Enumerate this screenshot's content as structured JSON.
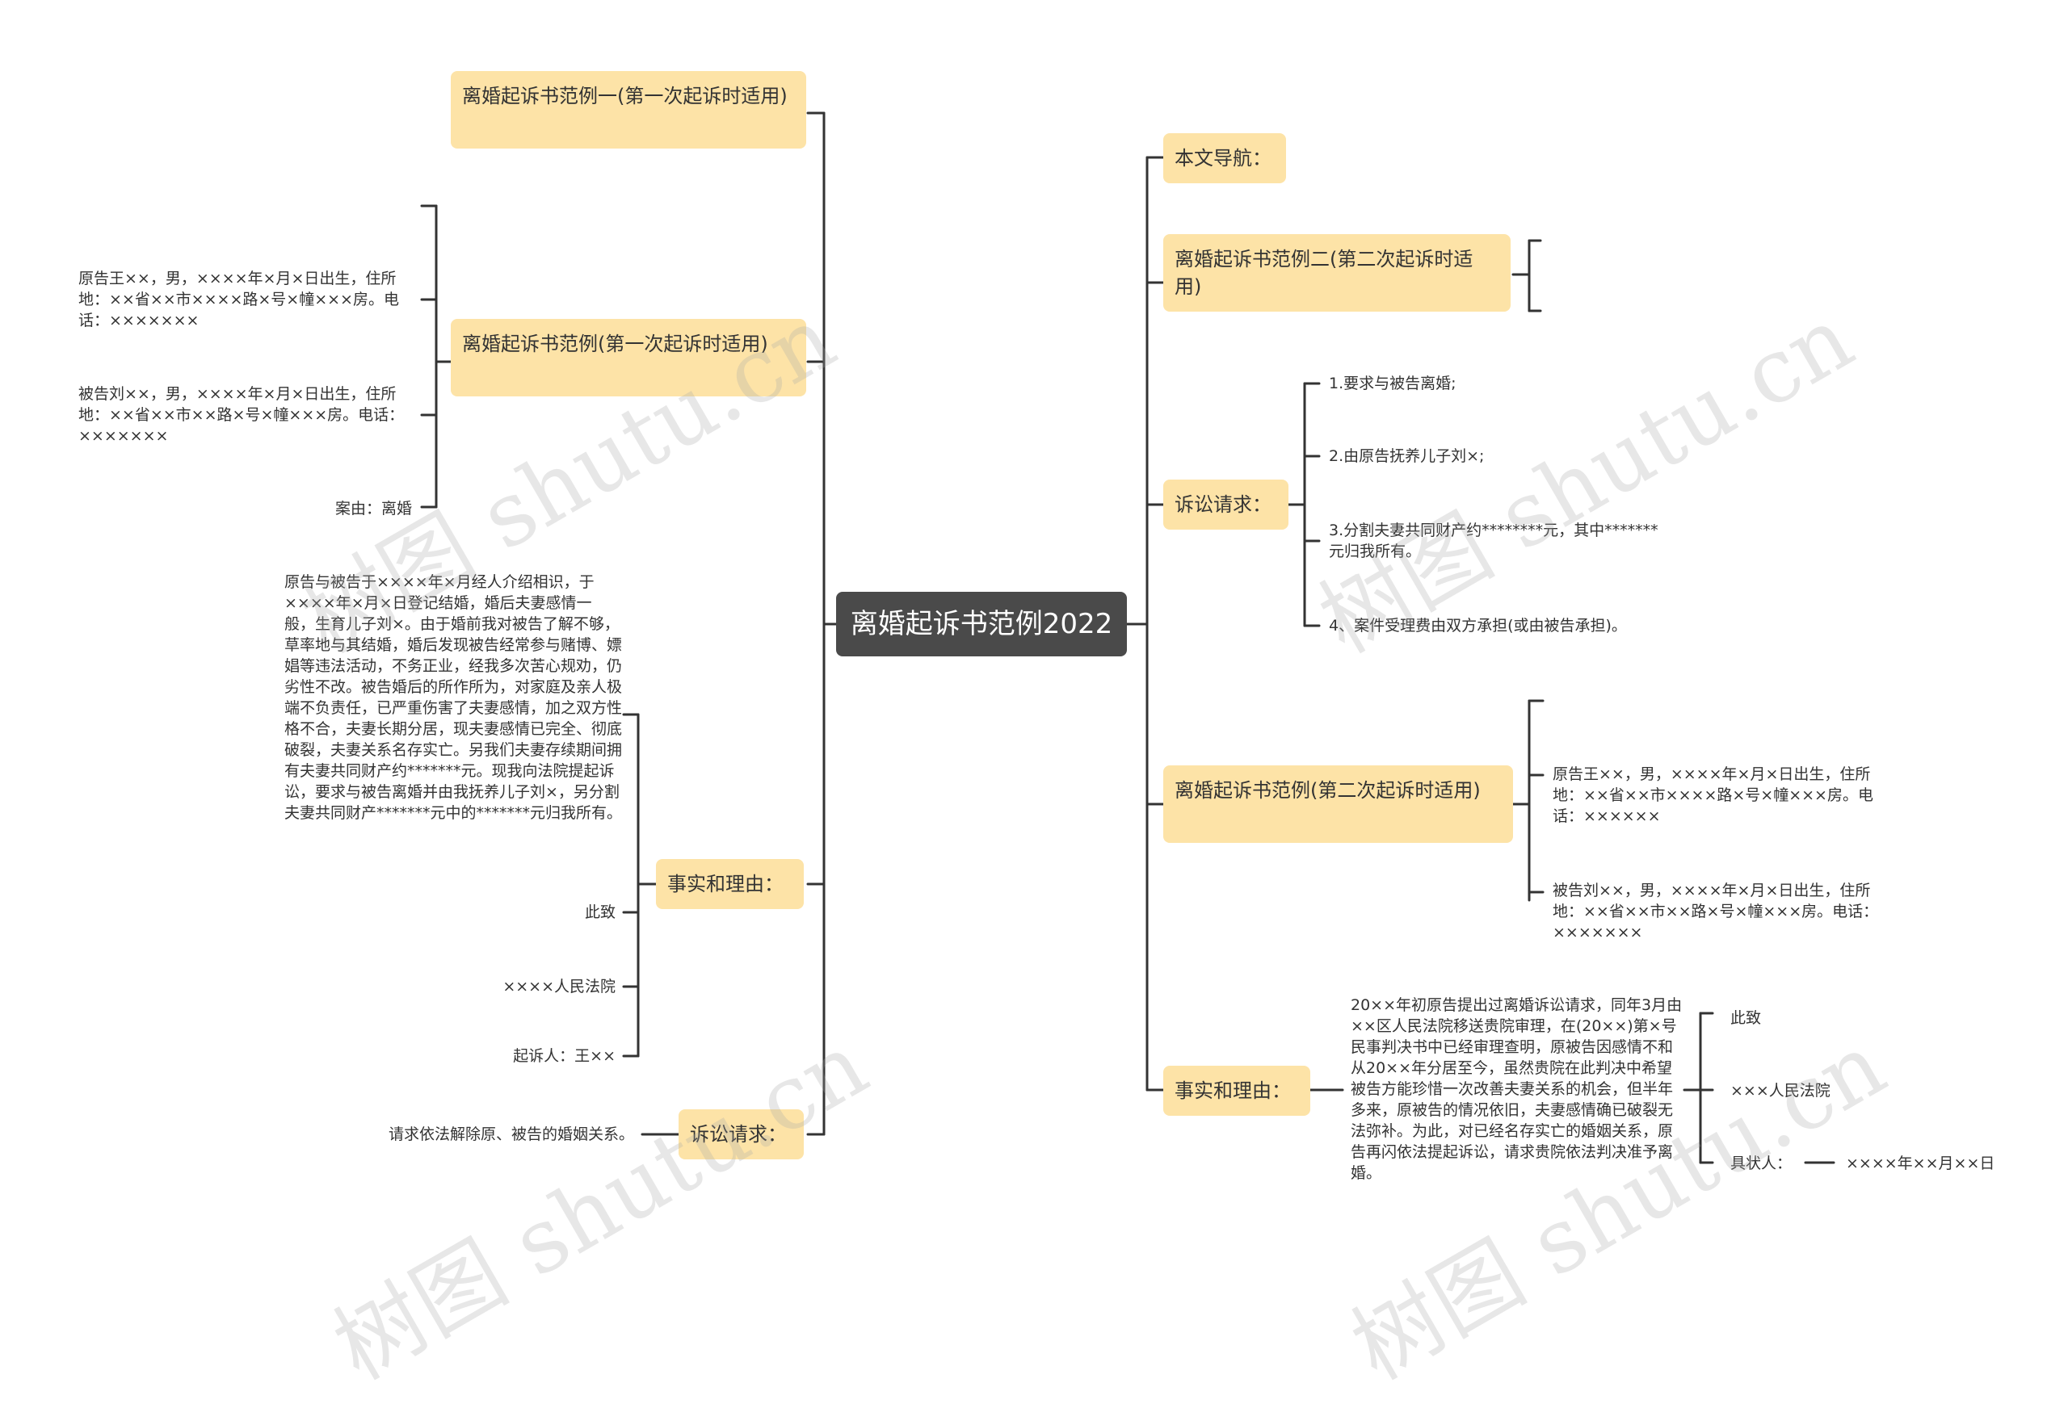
{
  "root": {
    "title": "离婚起诉书范例2022"
  },
  "left": {
    "example_one_title": "离婚起诉书范例一(第一次起诉时适用)",
    "example_first": {
      "title": "离婚起诉书范例(第一次起诉时适用)",
      "plaintiff": "原告王××，男，××××年×月×日出生，住所地：××省××市××××路×号×幢×××房。电话：×××××××",
      "defendant": "被告刘××，男，××××年×月×日出生，住所地：××省××市××路×号×幢×××房。电话：×××××××",
      "cause": "案由：离婚"
    },
    "facts": {
      "title": "事实和理由：",
      "body": "原告与被告于××××年×月经人介绍相识，于××××年×月×日登记结婚，婚后夫妻感情一般，生育儿子刘×。由于婚前我对被告了解不够，草率地与其结婚，婚后发现被告经常参与赌博、嫖娼等违法活动，不务正业，经我多次苦心规劝，仍劣性不改。被告婚后的所作所为，对家庭及亲人极端不负责任，已严重伤害了夫妻感情，加之双方性格不合，夫妻长期分居，现夫妻感情已完全、彻底破裂，夫妻关系名存实亡。另我们夫妻存续期间拥有夫妻共同财产约*******元。现我向法院提起诉讼，要求与被告离婚并由我抚养儿子刘×，另分割夫妻共同财产*******元中的*******元归我所有。",
      "salute": "此致",
      "court": "××××人民法院",
      "signer": "起诉人：王××"
    },
    "claims": {
      "title": "诉讼请求：",
      "body": "请求依法解除原、被告的婚姻关系。"
    }
  },
  "right": {
    "nav": {
      "title": "本文导航："
    },
    "example_two_title": "离婚起诉书范例二(第二次起诉时适用)",
    "claims": {
      "title": "诉讼请求：",
      "items": [
        "1.要求与被告离婚;",
        "2.由原告抚养儿子刘×;",
        "3.分割夫妻共同财产约********元，其中*******元归我所有。",
        "4、案件受理费由双方承担(或由被告承担)。"
      ]
    },
    "example_second": {
      "title": "离婚起诉书范例(第二次起诉时适用)",
      "plaintiff": "原告王××，男，××××年×月×日出生，住所地：××省××市××××路×号×幢×××房。电话：××××××",
      "defendant": "被告刘××，男，××××年×月×日出生，住所地：××省××市××路×号×幢×××房。电话：×××××××"
    },
    "facts": {
      "title": "事实和理由：",
      "body": "20××年初原告提出过离婚诉讼请求，同年3月由××区人民法院移送贵院审理，在(20××)第×号民事判决书中已经审理查明，原被告因感情不和从20××年分居至今，虽然贵院在此判决中希望被告方能珍惜一次改善夫妻关系的机会，但半年多来，原被告的情况依旧，夫妻感情确已破裂无法弥补。为此，对已经名存实亡的婚姻关系，原告再闪依法提起诉讼，请求贵院依法判决准予离婚。",
      "salute": "此致",
      "court": "×××人民法院",
      "signer": "具状人：",
      "date": "××××年××月××日"
    }
  },
  "watermark": "树图 shutu.cn",
  "colors": {
    "node_bg": "#fde3a7",
    "root_bg": "#4a4a4a",
    "line": "#333333"
  }
}
